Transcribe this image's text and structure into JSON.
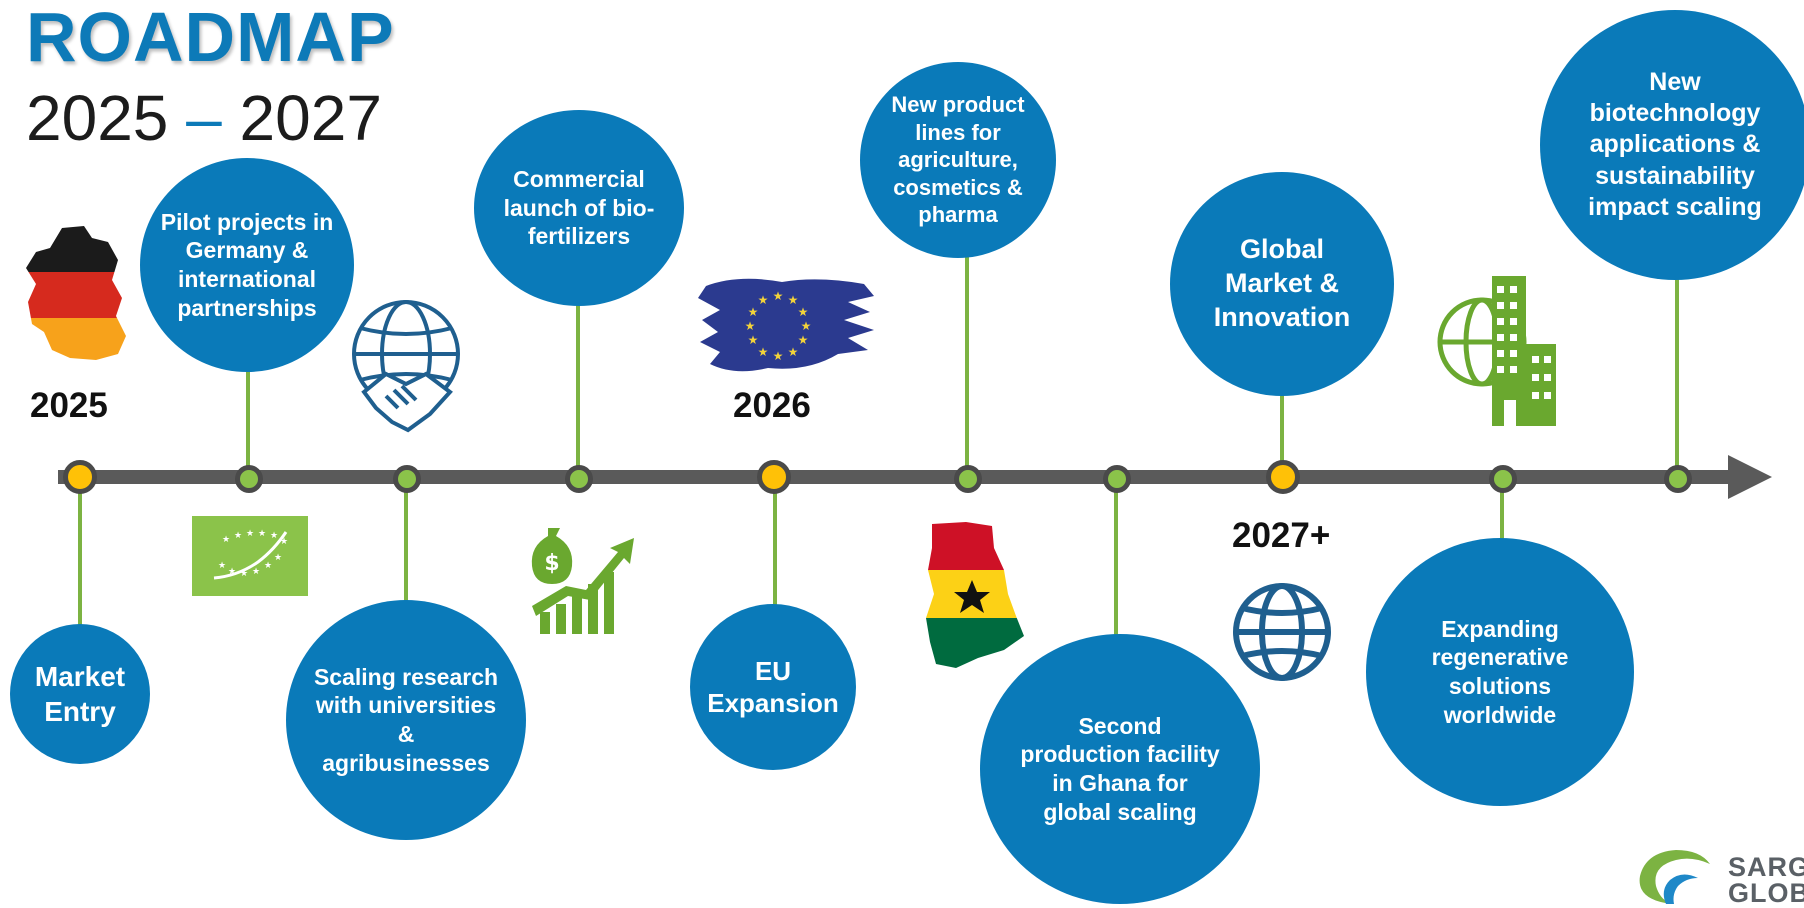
{
  "header": {
    "title": "ROADMAP",
    "subtitle_start": "2025",
    "subtitle_sep": "–",
    "subtitle_end": "2027"
  },
  "years": {
    "y2025": "2025",
    "y2026": "2026",
    "y2027": "2027+"
  },
  "milestones": {
    "market_entry": "Market Entry",
    "pilot": "Pilot projects in Germany & international partnerships",
    "scaling": "Scaling research with universities & agribusinesses",
    "commercial": "Commercial launch of bio-fertilizers",
    "eu": "EU Expansion",
    "product_lines": "New product lines for agriculture, cosmetics & pharma",
    "ghana": "Second production facility in Ghana for global scaling",
    "global": "Global Market & Innovation",
    "regenerative": "Expanding regenerative solutions worldwide",
    "biotech": "New biotechnology applications & sustainability impact scaling"
  },
  "logo": {
    "line1": "SARGA",
    "line2": "GLOBA"
  },
  "colors": {
    "bubble": "#0a7ab9",
    "connector": "#7cb342",
    "year_dot": "#ffc107",
    "axis": "#5a5a5a",
    "title": "#0d7ab8"
  },
  "icons": [
    "germany-flag-icon",
    "globe-handshake-icon",
    "eu-organic-leaf-icon",
    "money-growth-icon",
    "eu-flag-icon",
    "ghana-map-icon",
    "globe-icon",
    "globe-building-icon",
    "sarga-logo-icon"
  ]
}
